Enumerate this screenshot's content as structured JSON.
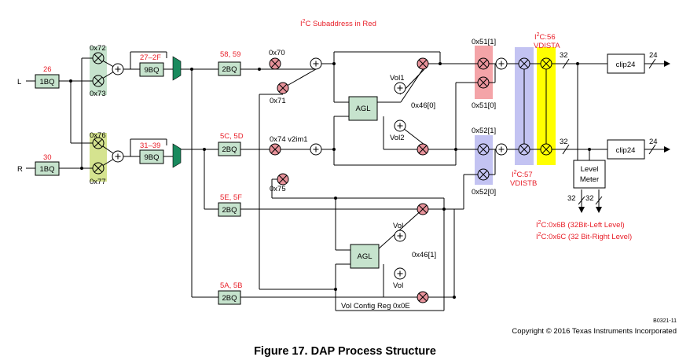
{
  "header": {
    "i2c_prefix": "I",
    "i2c_sup": "2",
    "i2c_rest": "C Subaddress in Red"
  },
  "inputs": {
    "left": "L",
    "right": "R"
  },
  "blocks": {
    "bq1": "1BQ",
    "bq9": "9BQ",
    "bq2": "2BQ",
    "agl": "AGL",
    "clip": "clip24",
    "level_meter_1": "Level",
    "level_meter_2": "Meter"
  },
  "red_labels": {
    "l_1bq": "26",
    "r_1bq": "30",
    "l_9bq": "27–2F",
    "r_9bq": "31–39",
    "bq_a": "58, 59",
    "bq_b": "5C, 5D",
    "bq_c": "5E, 5F",
    "bq_d": "5A, 5B",
    "vdista_line1": "C:56",
    "vdista_line2": "VDISTA",
    "vdistb_line1": "C:57",
    "vdistb_line2": "VDISTB",
    "level_left": "C:0x6B (32Bit-Left Level)",
    "level_right": "C:0x6C (32 Bit-Right Level)",
    "i_prefix": "I",
    "two": "2"
  },
  "black_labels": {
    "m72": "0x72",
    "m73": "0x73",
    "m76": "0x76",
    "m77": "0x77",
    "m70": "0x70",
    "m71": "0x71",
    "m74": "0x74 v2im1",
    "m75": "0x75",
    "vol1": "Vol1",
    "vol2": "Vol2",
    "vol": "Vol",
    "m46_0": "0x46[0]",
    "m46_1": "0x46[1]",
    "m51_1": "0x51[1]",
    "m51_0": "0x51[0]",
    "m52_1": "0x52[1]",
    "m52_0": "0x52[0]",
    "bus32": "32",
    "bus24": "24",
    "vol_config": "Vol Config Reg 0x0E",
    "plus": "+",
    "doc_id": "B0321-11",
    "copyright": "Copyright © 2016 Texas Instruments Incorporated"
  },
  "caption": "Figure 17.  DAP Process Structure",
  "colors": {
    "block_fill": "#c6e3cd",
    "mixer_pink": "#e8939b",
    "mux_lavender": "#c3c3f2",
    "mux_yellow": "#ffff00",
    "mux_pink_bg": "#f4a4a8",
    "mux_green_bg": "#c6e3cd",
    "mux_olive_bg": "#d5e38f",
    "red_text": "#e8202a",
    "splitter_green": "#1a8a5e"
  }
}
